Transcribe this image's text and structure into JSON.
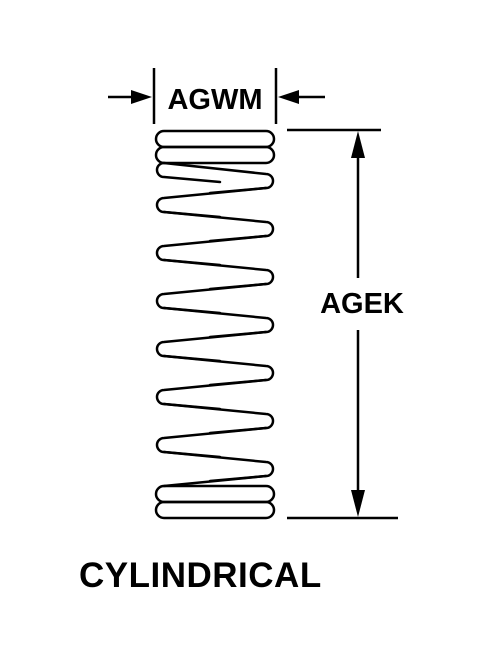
{
  "labels": {
    "width_dimension": "AGWM",
    "length_dimension": "AGEK",
    "caption": "CYLINDRICAL"
  },
  "drawing": {
    "subject": "cylindrical compression spring",
    "line_color": "#000000",
    "background_color": "#ffffff"
  }
}
